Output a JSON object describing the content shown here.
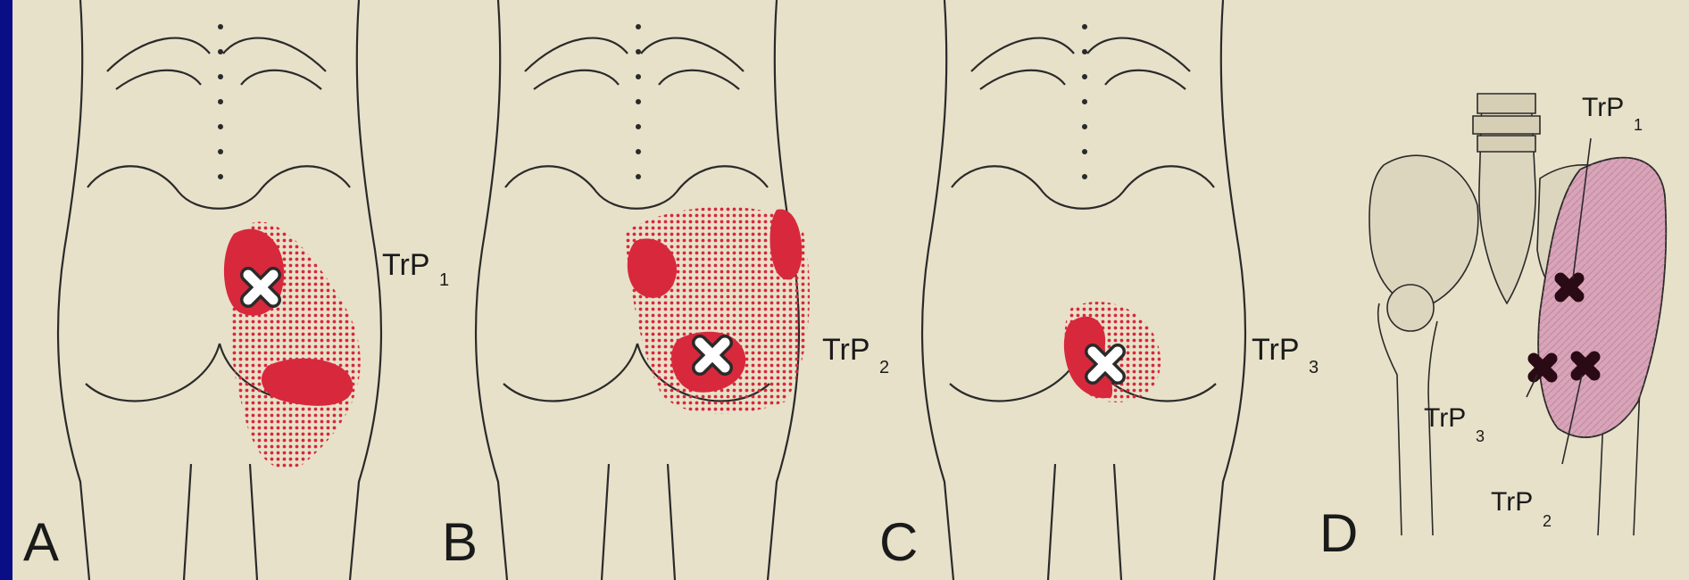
{
  "colors": {
    "frame": "#0a0e86",
    "paper": "#e7e1c9",
    "ink": "#2a2a2a",
    "referral": "#d8283c",
    "muscle": "#d9a3b8"
  },
  "panels": [
    {
      "letter": "A",
      "trigger_point": {
        "base": "TrP",
        "sub": "1"
      }
    },
    {
      "letter": "B",
      "trigger_point": {
        "base": "TrP",
        "sub": "2"
      }
    },
    {
      "letter": "C",
      "trigger_point": {
        "base": "TrP",
        "sub": "3"
      }
    },
    {
      "letter": "D"
    }
  ],
  "panel_d_labels": [
    {
      "base": "TrP",
      "sub": "1"
    },
    {
      "base": "TrP",
      "sub": "3"
    },
    {
      "base": "TrP",
      "sub": "2"
    }
  ]
}
